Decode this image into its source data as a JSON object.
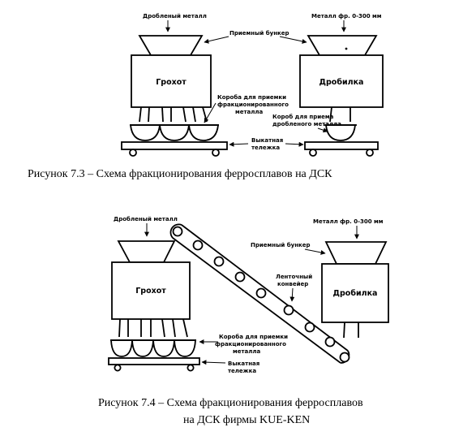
{
  "figure1": {
    "label_input_metal": "Дробленый металл",
    "label_metal_fraction": "Металл фр. 0-300 мм",
    "label_receiving_bunker": "Приемный бункер",
    "screen_label": "Грохот",
    "crusher_label": "Дробилка",
    "label_boxes_line1": "Короба для приемки",
    "label_boxes_line2": "фракционированного",
    "label_boxes_line3": "металла",
    "label_box_line1": "Короб для приема",
    "label_box_line2": "дробленого металла",
    "label_cart_line1": "Выкатная",
    "label_cart_line2": "тележка",
    "caption": "Рисунок 7.3 – Схема фракционирования ферросплавов на ДСК"
  },
  "figure2": {
    "label_input_metal": "Дробленый металл",
    "label_metal_fraction": "Металл фр. 0-300 мм",
    "label_receiving_bunker": "Приемный бункер",
    "label_conveyor_line1": "Ленточный",
    "label_conveyor_line2": "конвейер",
    "screen_label": "Грохот",
    "crusher_label": "Дробилка",
    "label_boxes_line1": "Короба для приемки",
    "label_boxes_line2": "фракционированного",
    "label_boxes_line3": "металла",
    "label_cart_line1": "Выкатная",
    "label_cart_line2": "тележка",
    "caption_line1": "Рисунок 7.4 – Схема фракционирования ферросплавов",
    "caption_line2": "на ДСК фирмы KUE-KEN"
  }
}
